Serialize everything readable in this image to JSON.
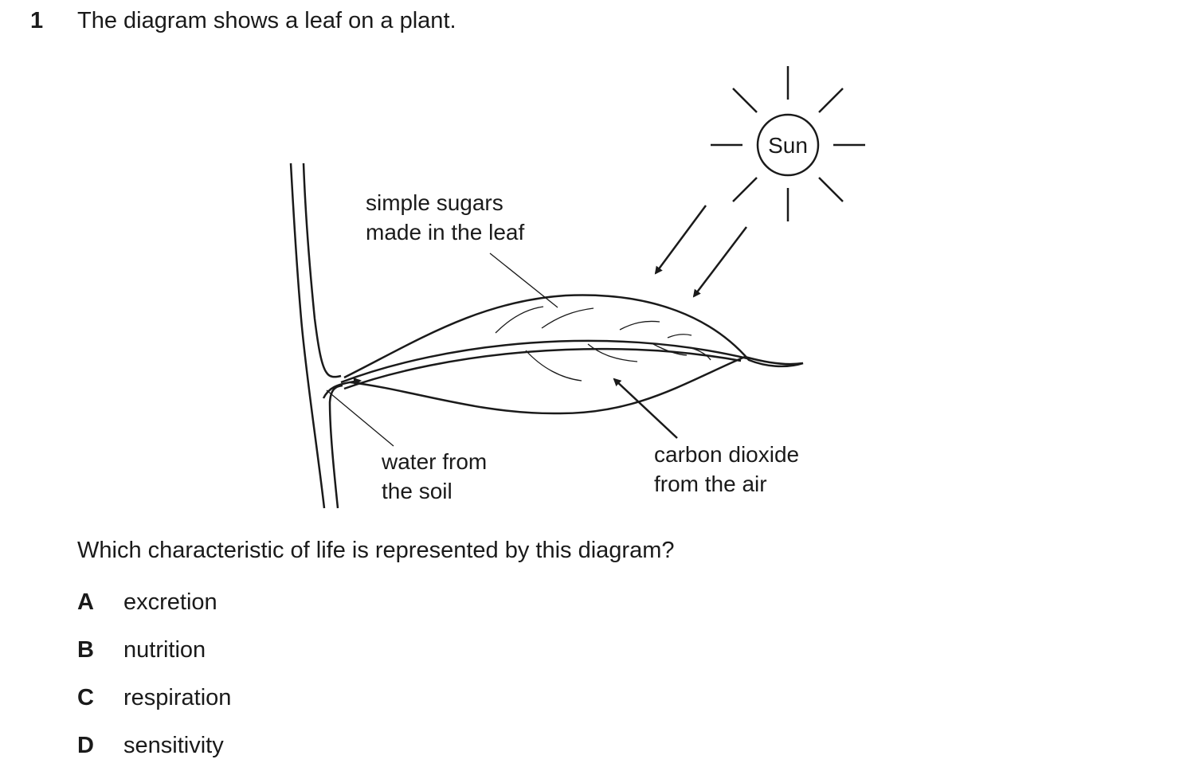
{
  "question": {
    "number": "1",
    "stem": "The diagram shows a leaf on a plant.",
    "prompt": "Which characteristic of life is represented by this diagram?"
  },
  "diagram": {
    "labels": {
      "sun": "Sun",
      "sugars_line1": "simple sugars",
      "sugars_line2": "made in the leaf",
      "water_line1": "water from",
      "water_line2": "the soil",
      "co2_line1": "carbon dioxide",
      "co2_line2": "from the air"
    }
  },
  "options": [
    {
      "letter": "A",
      "text": "excretion"
    },
    {
      "letter": "B",
      "text": "nutrition"
    },
    {
      "letter": "C",
      "text": "respiration"
    },
    {
      "letter": "D",
      "text": "sensitivity"
    }
  ]
}
